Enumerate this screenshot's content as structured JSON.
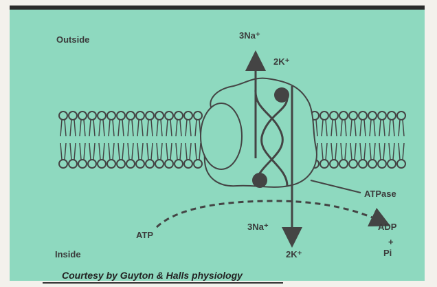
{
  "labels": {
    "outside": "Outside",
    "inside": "Inside",
    "na_out": "3Na⁺",
    "k_in_top": "2K⁺",
    "na_in": "3Na⁺",
    "k_out_bottom": "2K⁺",
    "atpase": "ATPase",
    "atp": "ATP",
    "adp": "ADP",
    "plus": "+",
    "pi": "Pi"
  },
  "credit": "Courtesy by Guyton & Halls physiology",
  "colors": {
    "background": "#8ed9bf",
    "line": "#444444",
    "membrane_fill": "#9a9a9a",
    "text": "#3b3b3b"
  }
}
